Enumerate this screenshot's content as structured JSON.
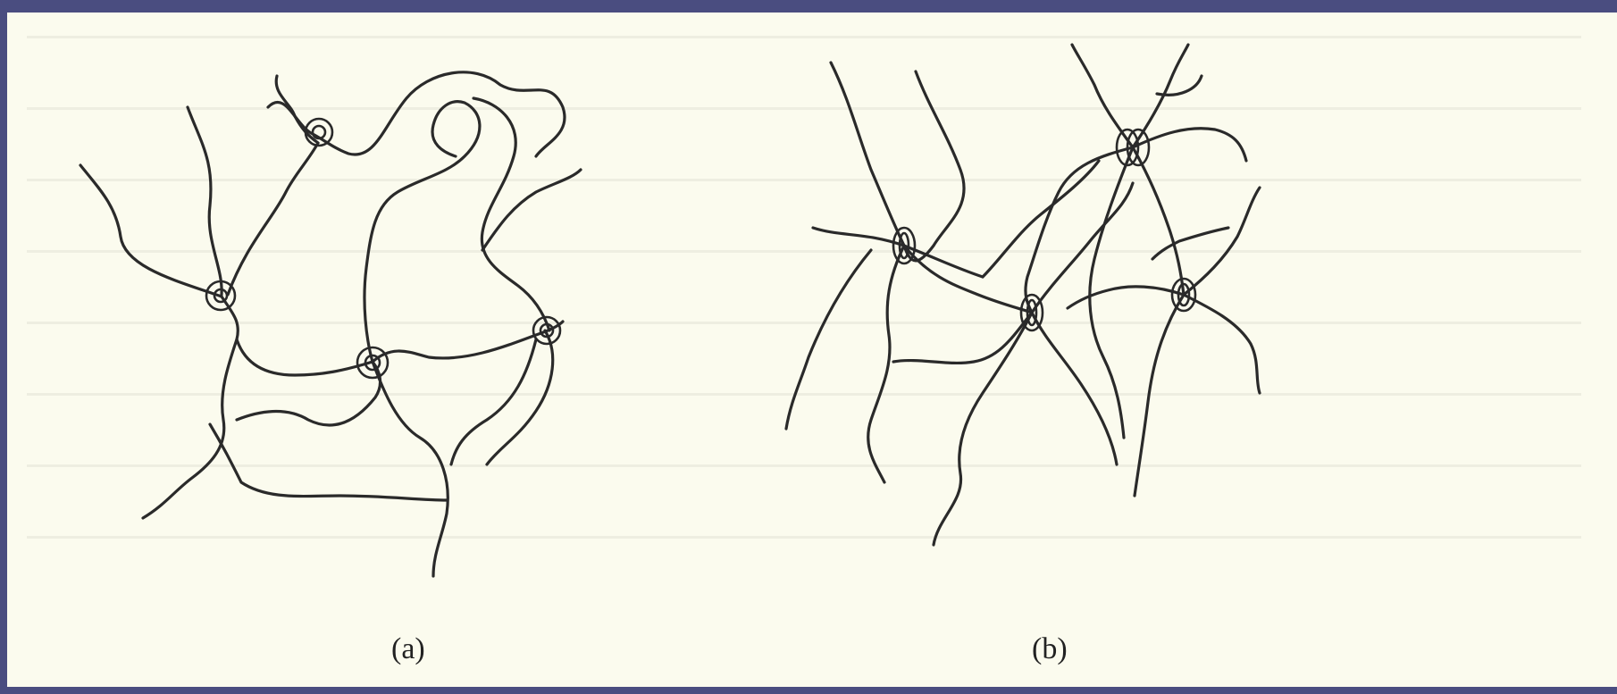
{
  "panels": [
    {
      "id": "a",
      "caption": "(a)"
    },
    {
      "id": "b",
      "caption": "(b)"
    }
  ]
}
